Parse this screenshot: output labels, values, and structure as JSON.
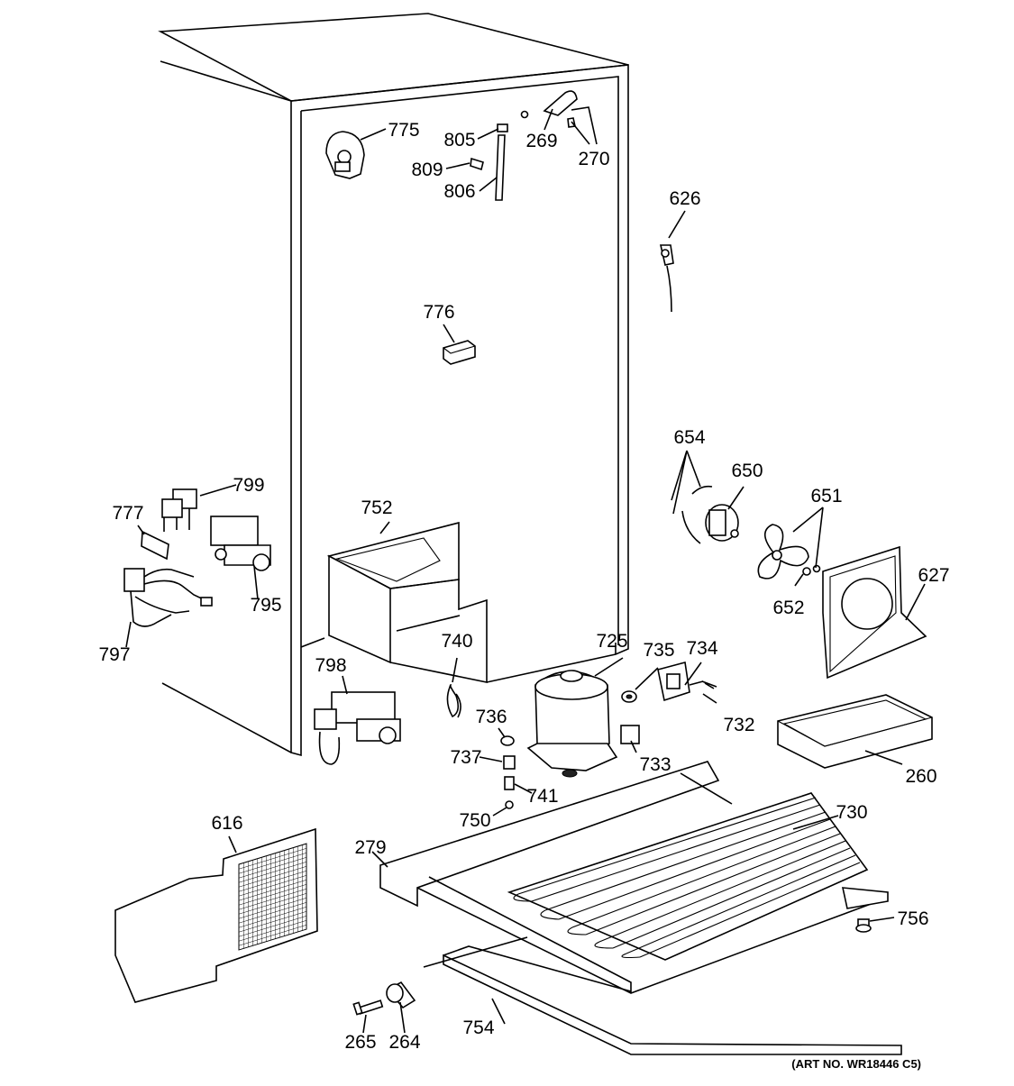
{
  "diagram": {
    "art_number": "(ART NO. WR18446 C5)",
    "callouts": [
      {
        "id": "c775",
        "label": "775"
      },
      {
        "id": "c805",
        "label": "805"
      },
      {
        "id": "c269",
        "label": "269"
      },
      {
        "id": "c270",
        "label": "270"
      },
      {
        "id": "c809",
        "label": "809"
      },
      {
        "id": "c806",
        "label": "806"
      },
      {
        "id": "c626",
        "label": "626"
      },
      {
        "id": "c776",
        "label": "776"
      },
      {
        "id": "c654",
        "label": "654"
      },
      {
        "id": "c650",
        "label": "650"
      },
      {
        "id": "c651",
        "label": "651"
      },
      {
        "id": "c627",
        "label": "627"
      },
      {
        "id": "c652",
        "label": "652"
      },
      {
        "id": "c799",
        "label": "799"
      },
      {
        "id": "c777",
        "label": "777"
      },
      {
        "id": "c752",
        "label": "752"
      },
      {
        "id": "c795",
        "label": "795"
      },
      {
        "id": "c797",
        "label": "797"
      },
      {
        "id": "c740",
        "label": "740"
      },
      {
        "id": "c735",
        "label": "735"
      },
      {
        "id": "c734",
        "label": "734"
      },
      {
        "id": "c725",
        "label": "725"
      },
      {
        "id": "c798",
        "label": "798"
      },
      {
        "id": "c736",
        "label": "736"
      },
      {
        "id": "c732",
        "label": "732"
      },
      {
        "id": "c737",
        "label": "737"
      },
      {
        "id": "c733",
        "label": "733"
      },
      {
        "id": "c741",
        "label": "741"
      },
      {
        "id": "c260",
        "label": "260"
      },
      {
        "id": "c750",
        "label": "750"
      },
      {
        "id": "c730",
        "label": "730"
      },
      {
        "id": "c616",
        "label": "616"
      },
      {
        "id": "c279",
        "label": "279"
      },
      {
        "id": "c756",
        "label": "756"
      },
      {
        "id": "c754",
        "label": "754"
      },
      {
        "id": "c265",
        "label": "265"
      },
      {
        "id": "c264",
        "label": "264"
      }
    ]
  }
}
